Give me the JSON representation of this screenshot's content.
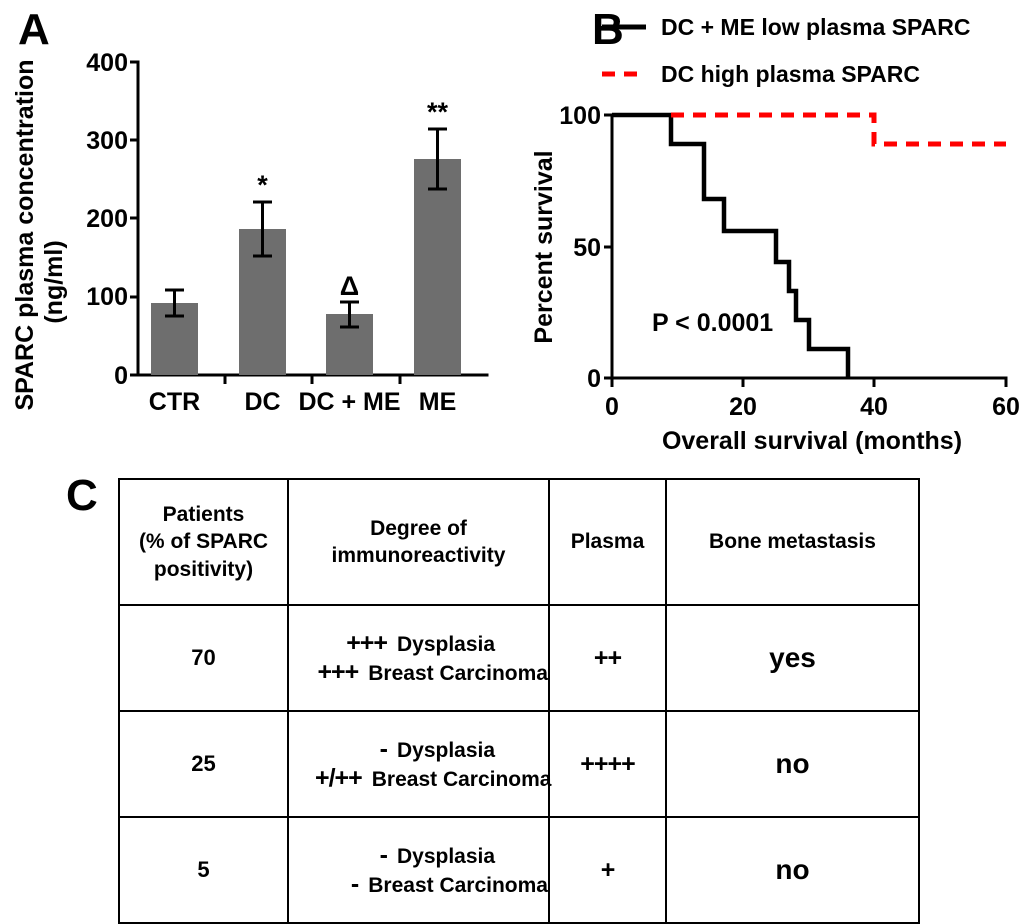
{
  "panels": {
    "a": {
      "letter": "A",
      "chart_data": {
        "type": "bar",
        "title": "",
        "xlabel": "",
        "ylabel": "SPARC plasma concentration (ng/ml)",
        "ylabel_line1": "SPARC plasma concentration",
        "ylabel_line2": "(ng/ml)",
        "categories": [
          "CTR",
          "DC",
          "DC + ME",
          "ME"
        ],
        "values": [
          92,
          187,
          78,
          276
        ],
        "errors": [
          17,
          35,
          16,
          38
        ],
        "significance": [
          "",
          "*",
          "Δ",
          "**"
        ],
        "ylim": [
          0,
          400
        ],
        "yticks": [
          0,
          100,
          200,
          300,
          400
        ],
        "yticklabels": [
          "0",
          "100",
          "200",
          "300",
          "400"
        ],
        "bar_color": "#6e6e6e",
        "grid": false,
        "legend": "none"
      }
    },
    "b": {
      "letter": "B",
      "chart_data": {
        "type": "line",
        "title": "",
        "xlabel": "Overall survival (months)",
        "ylabel": "Percent survival",
        "xlim": [
          0,
          60
        ],
        "ylim": [
          0,
          100
        ],
        "xticks": [
          0,
          20,
          40,
          60
        ],
        "xticklabels": [
          "0",
          "20",
          "40",
          "60"
        ],
        "yticks": [
          0,
          50,
          100
        ],
        "yticklabels": [
          "0",
          "50",
          "100"
        ],
        "grid": false,
        "legend_position": "top",
        "annotations": [
          {
            "text": "P < 0.0001",
            "x": 9,
            "y": 20
          }
        ],
        "series": [
          {
            "name": "DC + ME low plasma SPARC",
            "color": "#000000",
            "style": "solid",
            "points": [
              [
                0,
                100
              ],
              [
                9,
                100
              ],
              [
                9,
                89
              ],
              [
                14,
                89
              ],
              [
                14,
                68
              ],
              [
                17,
                68
              ],
              [
                17,
                56
              ],
              [
                25,
                56
              ],
              [
                25,
                44
              ],
              [
                27,
                44
              ],
              [
                27,
                33
              ],
              [
                28,
                33
              ],
              [
                28,
                22
              ],
              [
                30,
                22
              ],
              [
                30,
                11
              ],
              [
                36,
                11
              ],
              [
                36,
                0
              ]
            ]
          },
          {
            "name": "DC high plasma SPARC",
            "color": "#ff0000",
            "style": "dashed",
            "points": [
              [
                9,
                100
              ],
              [
                40,
                100
              ],
              [
                40,
                89
              ],
              [
                60,
                89
              ]
            ]
          }
        ]
      },
      "legend": [
        {
          "label": "DC + ME low plasma SPARC",
          "color": "#000000",
          "style": "solid"
        },
        {
          "label": "DC high plasma SPARC",
          "color": "#ff0000",
          "style": "dashed"
        }
      ]
    },
    "c": {
      "letter": "C",
      "table": {
        "headers": [
          "Patients\n(% of SPARC\npositivity)",
          "Degree of\nimmunoreactivity",
          "Plasma",
          "Bone metastasis"
        ],
        "header_patients_line1": "Patients",
        "header_patients_line2": "(% of SPARC",
        "header_patients_line3": "positivity)",
        "header_degree_line1": "Degree of",
        "header_degree_line2": "immunoreactivity",
        "header_plasma": "Plasma",
        "header_bone": "Bone metastasis",
        "rows": [
          {
            "patients": "70",
            "degree": [
              {
                "sign": "+++",
                "label": "Dysplasia"
              },
              {
                "sign": "+++",
                "label": "Breast Carcinoma"
              }
            ],
            "plasma": "++",
            "bone": "yes"
          },
          {
            "patients": "25",
            "degree": [
              {
                "sign": "-",
                "label": "Dysplasia"
              },
              {
                "sign": "+/++",
                "label": "Breast Carcinoma"
              }
            ],
            "plasma": "++++",
            "bone": "no"
          },
          {
            "patients": "5",
            "degree": [
              {
                "sign": "-",
                "label": "Dysplasia"
              },
              {
                "sign": "-",
                "label": "Breast Carcinoma"
              }
            ],
            "plasma": "+",
            "bone": "no"
          }
        ]
      }
    }
  }
}
